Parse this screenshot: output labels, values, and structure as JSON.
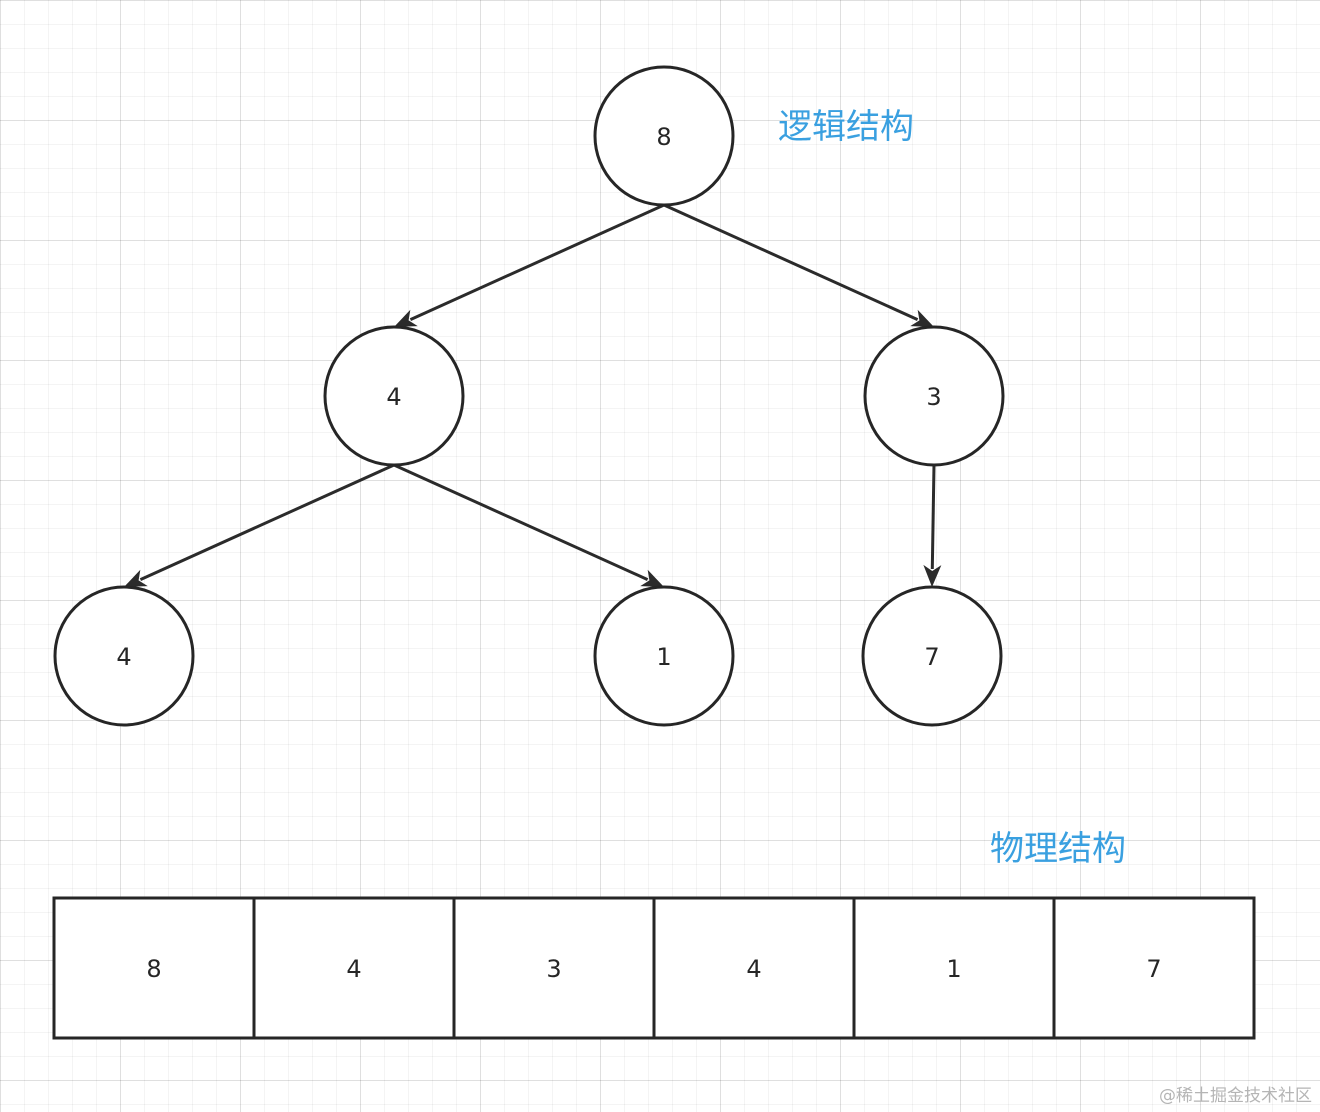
{
  "labels": {
    "logical": "逻辑结构",
    "physical": "物理结构"
  },
  "watermark": "@稀土掘金技术社区",
  "tree": {
    "nodes": [
      {
        "id": "n0",
        "value": "8"
      },
      {
        "id": "n1",
        "value": "4"
      },
      {
        "id": "n2",
        "value": "3"
      },
      {
        "id": "n3",
        "value": "4"
      },
      {
        "id": "n4",
        "value": "1"
      },
      {
        "id": "n5",
        "value": "7"
      }
    ],
    "edges": [
      {
        "from": "n0",
        "to": "n1"
      },
      {
        "from": "n0",
        "to": "n2"
      },
      {
        "from": "n1",
        "to": "n3"
      },
      {
        "from": "n1",
        "to": "n4"
      },
      {
        "from": "n2",
        "to": "n5"
      }
    ]
  },
  "array": [
    "8",
    "4",
    "3",
    "4",
    "1",
    "7"
  ],
  "colors": {
    "label": "#3aa0e0",
    "stroke": "#262626",
    "watermark": "#b5b5b5"
  }
}
